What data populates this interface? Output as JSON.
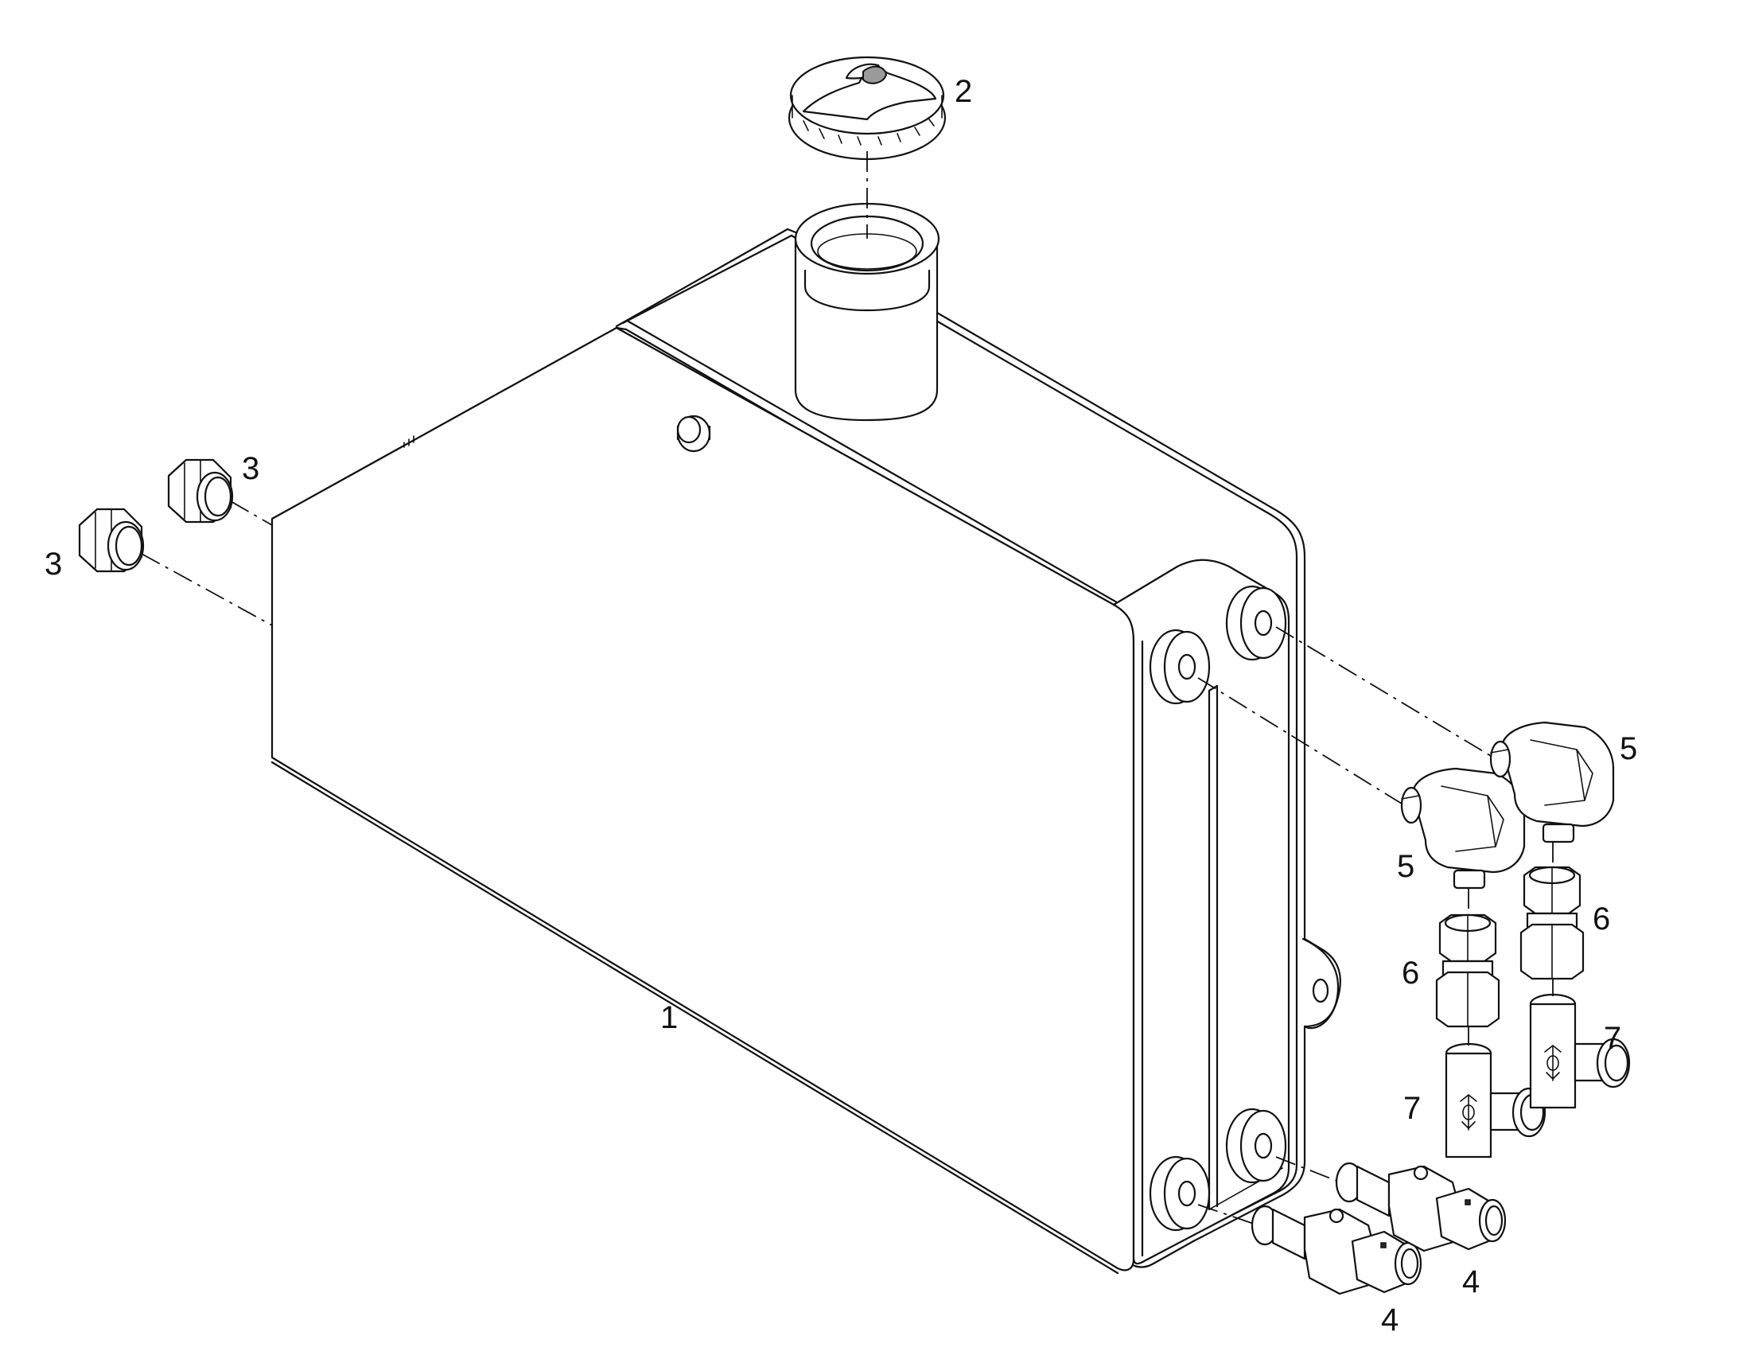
{
  "diagram": {
    "callouts": [
      {
        "id": "tank",
        "label": "1"
      },
      {
        "id": "filler-cap",
        "label": "2"
      },
      {
        "id": "plug-upper",
        "label": "3"
      },
      {
        "id": "plug-lower",
        "label": "3"
      },
      {
        "id": "fitting-4-lower",
        "label": "4"
      },
      {
        "id": "fitting-4-upper",
        "label": "4"
      },
      {
        "id": "elbow-5-right",
        "label": "5"
      },
      {
        "id": "elbow-5-left",
        "label": "5"
      },
      {
        "id": "nut-6-right",
        "label": "6"
      },
      {
        "id": "nut-6-left",
        "label": "6"
      },
      {
        "id": "tee-7-right",
        "label": "7"
      },
      {
        "id": "tee-7-left",
        "label": "7"
      }
    ]
  }
}
